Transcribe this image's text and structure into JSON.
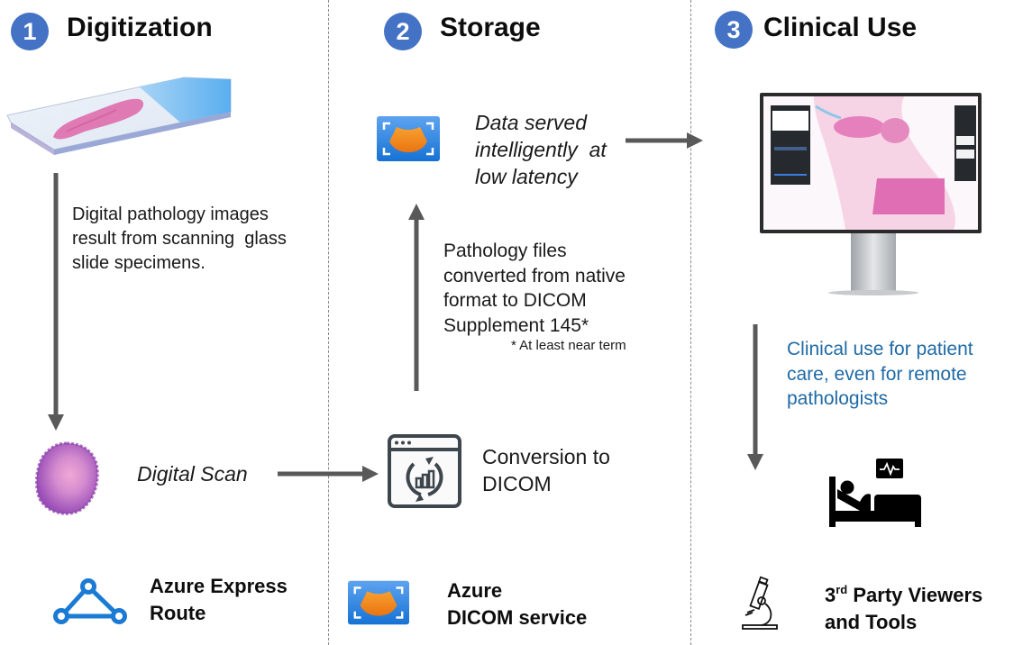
{
  "colors": {
    "step_badge": "#4472c4",
    "arrow": "#595959",
    "divider": "#8a8a8a",
    "azure_blue": "#1a7ad4",
    "dicom_orange": "#f08c1a",
    "clinical_text": "#1f6aa5"
  },
  "steps": [
    {
      "number": "1",
      "title": "Digitization"
    },
    {
      "number": "2",
      "title": "Storage"
    },
    {
      "number": "3",
      "title": "Clinical Use"
    }
  ],
  "digitization": {
    "slide_image": "glass-slide-image",
    "description": [
      "Digital pathology images",
      "result from scanning  glass",
      "slide specimens."
    ],
    "scan_image": "tissue-scan-image",
    "scan_label": "Digital Scan"
  },
  "storage": {
    "served_icon": "azure-dicom-icon",
    "served_text": [
      "Data served",
      "intelligently  at",
      "low latency"
    ],
    "conversion_description": [
      "Pathology files",
      "converted from native",
      "format to DICOM",
      "Supplement 145*"
    ],
    "footnote": "* At least near term",
    "conversion_icon": "conversion-window-icon",
    "conversion_label": [
      "Conversion to",
      "DICOM"
    ]
  },
  "clinical": {
    "monitor_image": "pathology-viewer-monitor",
    "description": [
      "Clinical use for patient",
      "care, even for remote",
      "pathologists"
    ],
    "patient_icon": "hospital-bed-icon"
  },
  "footer": [
    {
      "icon": "express-route-icon",
      "lines": [
        "Azure Express",
        "Route"
      ]
    },
    {
      "icon": "azure-dicom-icon",
      "lines": [
        "Azure",
        "DICOM service"
      ]
    },
    {
      "icon": "microscope-icon",
      "prefix": "3",
      "superscript": "rd",
      "line1_rest": " Party Viewers",
      "line2": "and Tools"
    }
  ]
}
